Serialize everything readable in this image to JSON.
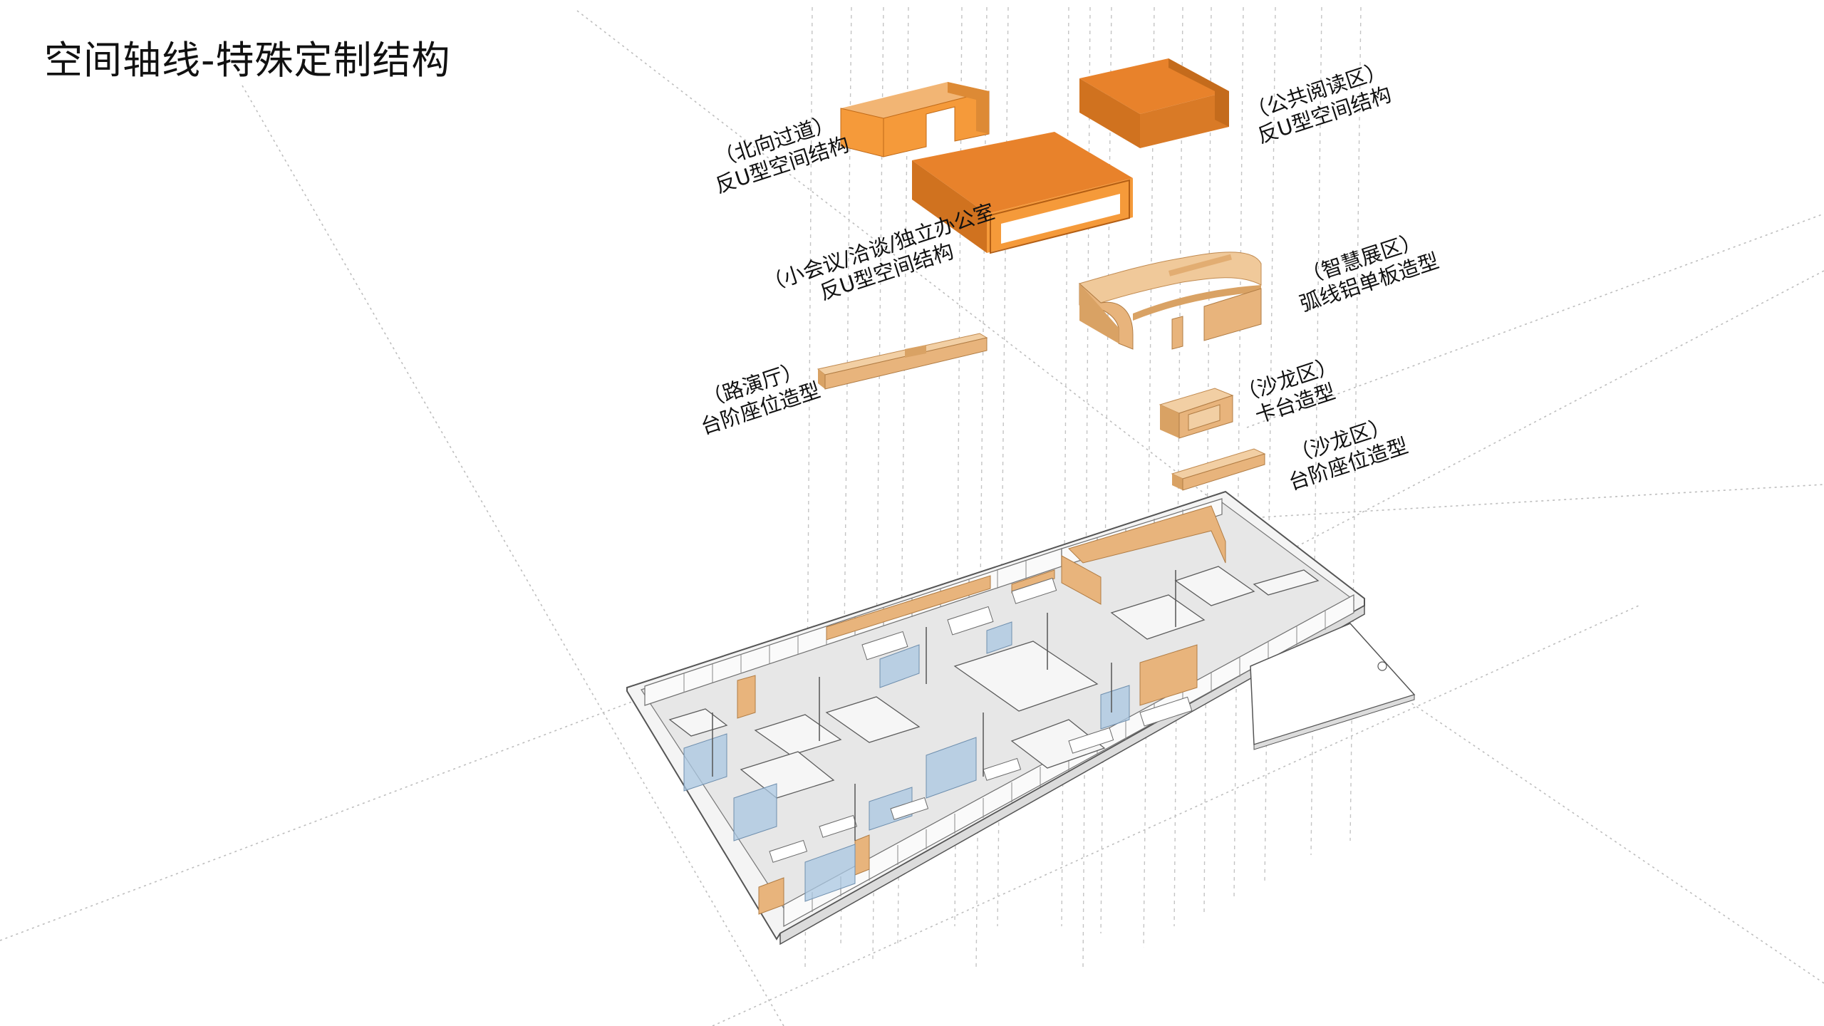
{
  "title": "空间轴线-特殊定制结构",
  "labels": {
    "north_corridor": {
      "line1": "（北向过道）",
      "line2": "反U型空间结构"
    },
    "small_meeting": {
      "line1": "（小会议/洽谈/独立办公室",
      "line2": "反U型空间结构"
    },
    "public_reading": {
      "line1": "（公共阅读区）",
      "line2": "反U型空间结构"
    },
    "smart_exhibition": {
      "line1": "（智慧展区）",
      "line2": "弧线铝单板造型"
    },
    "roadshow_hall": {
      "line1": "（路演厅）",
      "line2": "台阶座位造型"
    },
    "salon_booth": {
      "line1": "（沙龙区）",
      "line2": "卡台造型"
    },
    "salon_steps": {
      "line1": "（沙龙区）",
      "line2": "台阶座位造型"
    }
  },
  "colors": {
    "orange_dark": "#e07f28",
    "orange_light": "#f59a3a",
    "wood": "#e8b47c",
    "glass": "#a9c7e2",
    "floor": "#e6e6e6",
    "wall": "#ffffff",
    "guide_line": "#b5b5b5"
  }
}
